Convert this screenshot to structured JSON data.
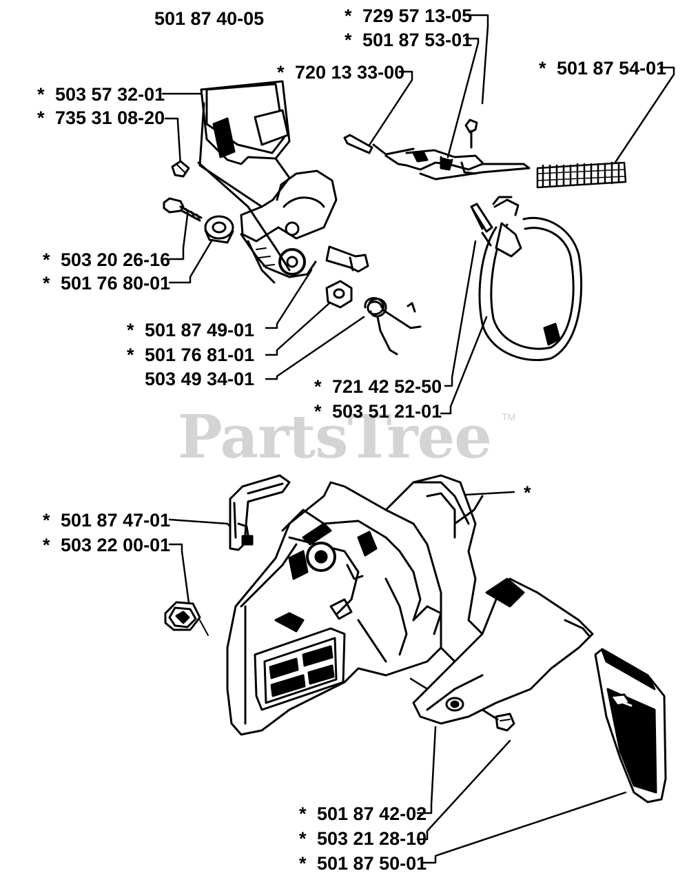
{
  "assembly_number": "501 87 40-05",
  "watermark": {
    "text": "PartsTree",
    "tm": "TM"
  },
  "star": "*",
  "labels": {
    "p1": "729 57 13-05",
    "p2": "501 87 53-01",
    "p3": "720 13 33-00",
    "p4": "501 87 54-01",
    "p5": "503 57 32-01",
    "p6": "735 31 08-20",
    "p7": "503 20 26-16",
    "p8": "501 76 80-01",
    "p9": "501 87 49-01",
    "p10": "501 76 81-01",
    "p11": "503 49 34-01",
    "p12": "721 42 52-50",
    "p13": "503 51 21-01",
    "p14": "501 87 47-01",
    "p15": "503 22 00-01",
    "p16": "501 87 42-02",
    "p17": "503 21 28-10",
    "p18": "501 87 50-01"
  }
}
